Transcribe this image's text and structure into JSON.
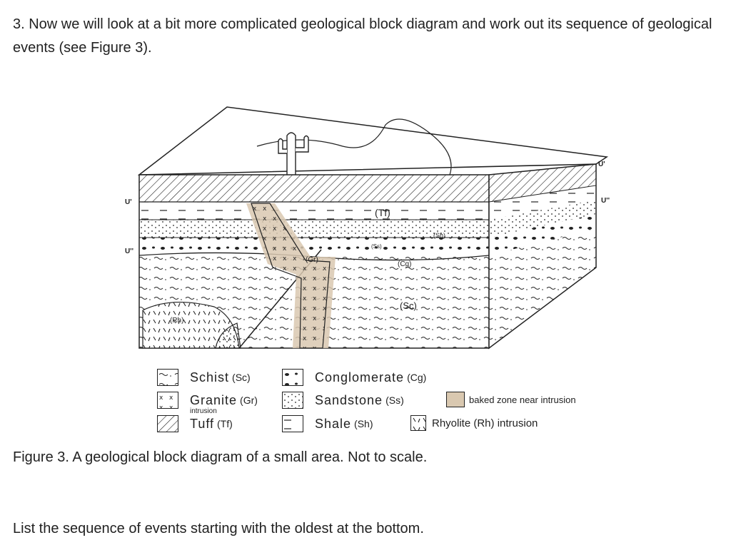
{
  "question": {
    "text": "3.  Now we will look at a bit more complicated geological block diagram and work out its sequence of geological events (see Figure 3)."
  },
  "figure": {
    "labels": {
      "tf": "(Tf)",
      "sh": "(Sh)",
      "ss": "(Ss)",
      "gr": "(Gr)",
      "cg": "(Cg)",
      "sc": "(Sc)",
      "rh": "(Rh)",
      "u1_left": "U'",
      "u2_left": "U''",
      "u1_right": "U'",
      "u2_right": "U''"
    }
  },
  "legend": {
    "schist": {
      "label": "Schist",
      "abbr": "(Sc)"
    },
    "granite": {
      "label": "Granite",
      "abbr": "(Gr)",
      "note": "intrusion"
    },
    "tuff": {
      "label": "Tuff",
      "abbr": "(Tf)"
    },
    "conglomerate": {
      "label": "Conglomerate",
      "abbr": "(Cg)"
    },
    "sandstone": {
      "label": "Sandstone",
      "abbr": "(Ss)"
    },
    "shale": {
      "label": "Shale",
      "abbr": "(Sh)"
    },
    "baked": {
      "label": "baked zone near intrusion"
    },
    "rhyolite": {
      "label": "Rhyolite (Rh) intrusion"
    }
  },
  "colors": {
    "baked_zone": "#d9c8b0",
    "ink": "#222222"
  },
  "caption": "Figure 3.  A geological block diagram of a small area. Not to scale.",
  "instruction": "List the sequence of events starting with the oldest at the bottom."
}
